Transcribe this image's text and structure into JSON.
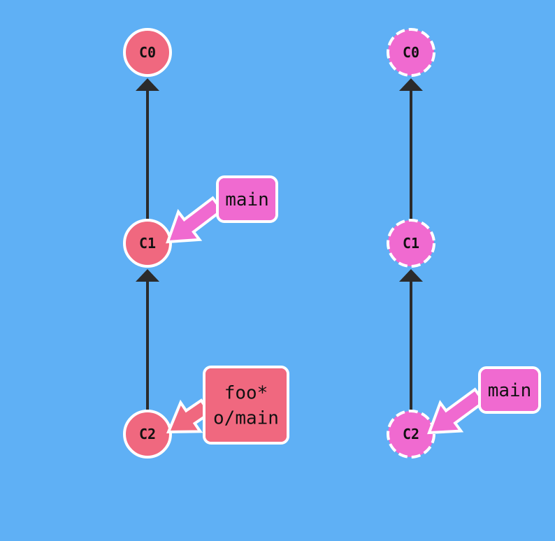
{
  "colors": {
    "background": "#5fb0f5",
    "local_commit": "#f0687f",
    "remote_commit": "#f06ad0",
    "edge": "#2b2b2b",
    "stroke": "#ffffff"
  },
  "local_repo": {
    "commits": [
      {
        "id": "C0"
      },
      {
        "id": "C1"
      },
      {
        "id": "C2"
      }
    ],
    "edges": [
      {
        "from": "C1",
        "to": "C0"
      },
      {
        "from": "C2",
        "to": "C1"
      }
    ],
    "branches": [
      {
        "target": "C1",
        "lines": [
          "main"
        ],
        "color": "#f06ad0"
      },
      {
        "target": "C2",
        "lines": [
          "foo*",
          "o/main"
        ],
        "color": "#f0687f"
      }
    ]
  },
  "remote_repo": {
    "commits": [
      {
        "id": "C0"
      },
      {
        "id": "C1"
      },
      {
        "id": "C2"
      }
    ],
    "edges": [
      {
        "from": "C1",
        "to": "C0"
      },
      {
        "from": "C2",
        "to": "C1"
      }
    ],
    "branches": [
      {
        "target": "C2",
        "lines": [
          "main"
        ],
        "color": "#f06ad0"
      }
    ]
  }
}
